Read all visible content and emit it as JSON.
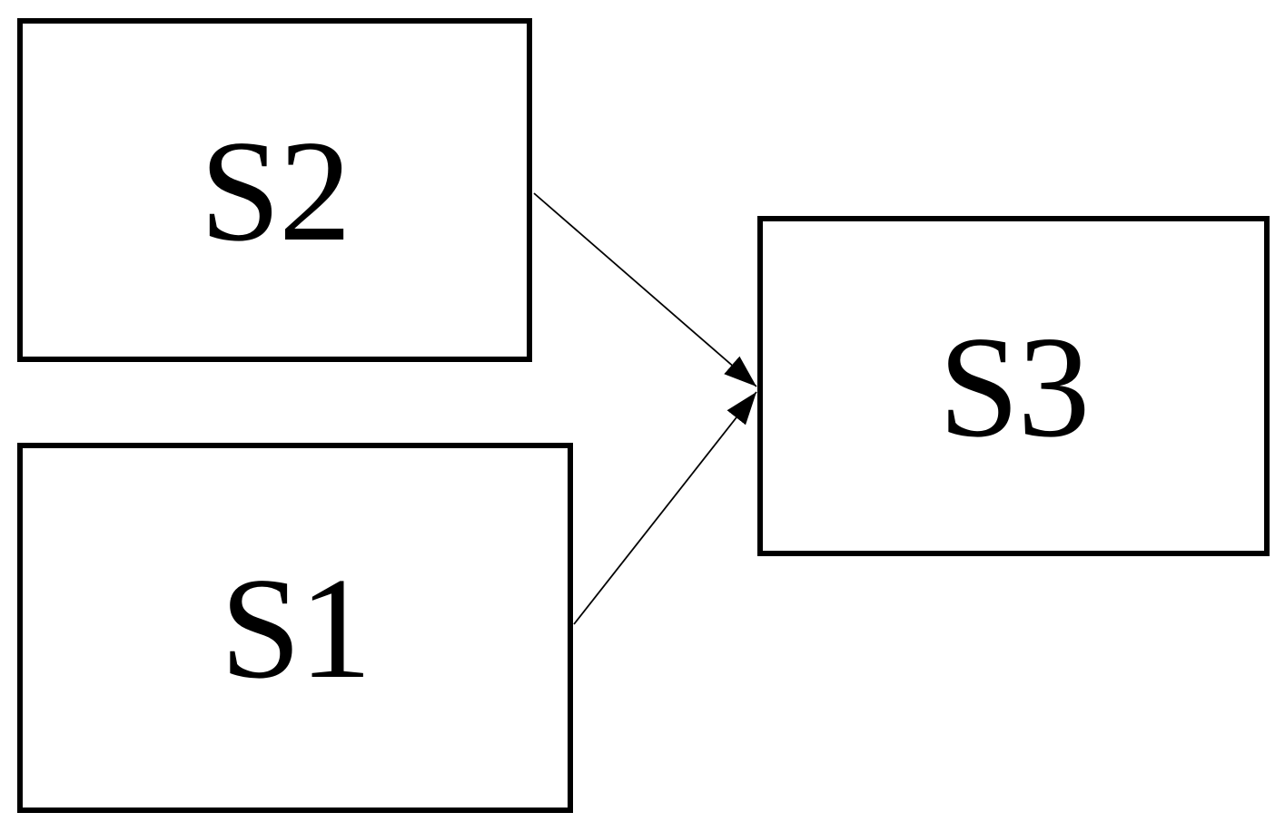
{
  "diagram": {
    "title": "state-blocks-diagram",
    "nodes": [
      {
        "id": "s2",
        "label": "S2"
      },
      {
        "id": "s1",
        "label": "S1"
      },
      {
        "id": "s3",
        "label": "S3"
      }
    ],
    "edges": [
      {
        "from": "S2",
        "to": "S3",
        "style": "solid-thin",
        "arrowhead": "filled-triangle"
      },
      {
        "from": "S1",
        "to": "S3",
        "style": "solid-thin",
        "arrowhead": "filled-triangle"
      }
    ]
  },
  "colors": {
    "background": "#ffffff",
    "stroke": "#000000",
    "text": "#000000"
  }
}
